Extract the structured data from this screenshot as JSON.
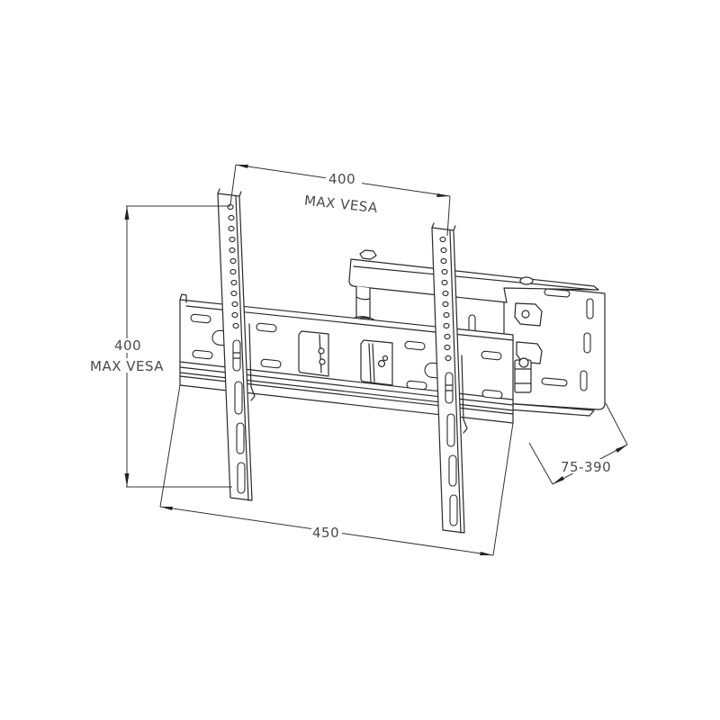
{
  "diagram": {
    "subject": "Full-motion TV wall mount bracket",
    "colors": {
      "line": "#2a2a2a",
      "background": "#ffffff",
      "text": "#4a4a4a"
    },
    "dimensions": {
      "top_width": {
        "value": "400",
        "label": "MAX VESA"
      },
      "left_height": {
        "value": "400",
        "label": "MAX VESA"
      },
      "bottom_width": {
        "value": "450"
      },
      "extension": {
        "value": "75-390"
      }
    }
  }
}
